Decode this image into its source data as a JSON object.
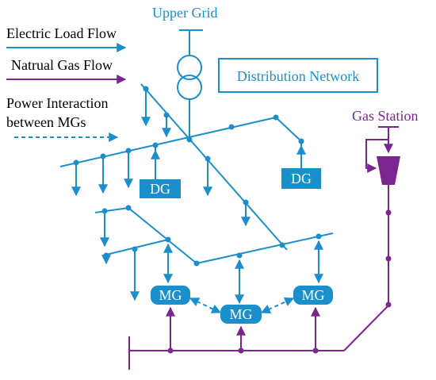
{
  "legend": {
    "electric": "Electric Load Flow",
    "gas": "Natrual Gas Flow",
    "interaction_line1": "Power Interaction",
    "interaction_line2": "between MGs"
  },
  "labels": {
    "upper_grid": "Upper Grid",
    "distribution_network": "Distribution Network",
    "gas_station": "Gas Station",
    "dg": "DG",
    "mg": "MG"
  },
  "colors": {
    "electric": "#1a8fcc",
    "gas": "#7b2590",
    "box_fill": "#1a8fcc",
    "box_text": "#ffffff"
  }
}
